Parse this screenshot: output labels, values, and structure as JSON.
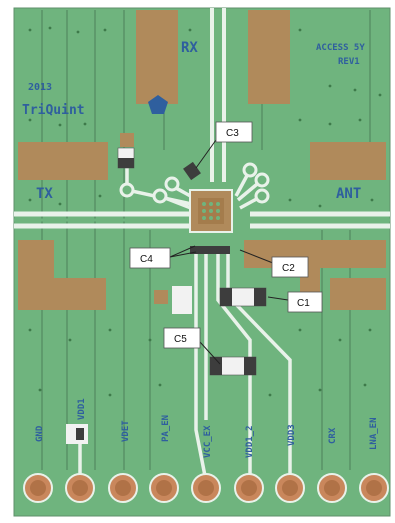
{
  "board": {
    "colors": {
      "outer_border": "#ffffff",
      "pcb_green": "#6fb47e",
      "copper_pad": "#b08a5b",
      "trace_white": "#e9f2ea",
      "silkscreen_blue": "#2f5f9e",
      "hole_ring": "#c9875c",
      "callout_box": "#ffffff"
    },
    "silkscreen": {
      "rx": "RX",
      "tx": "TX",
      "ant": "ANT",
      "year": "2013",
      "logo": "TriQuint",
      "access": "ACCESS 5Y",
      "rev": "REV1"
    },
    "callouts": [
      "C1",
      "C2",
      "C3",
      "C4",
      "C5"
    ],
    "pins": [
      "GND",
      "VDD1",
      "VDET",
      "PA_EN",
      "VCC_EX",
      "VDD1_2",
      "VDD3",
      "CRX",
      "LNA_EN"
    ]
  }
}
